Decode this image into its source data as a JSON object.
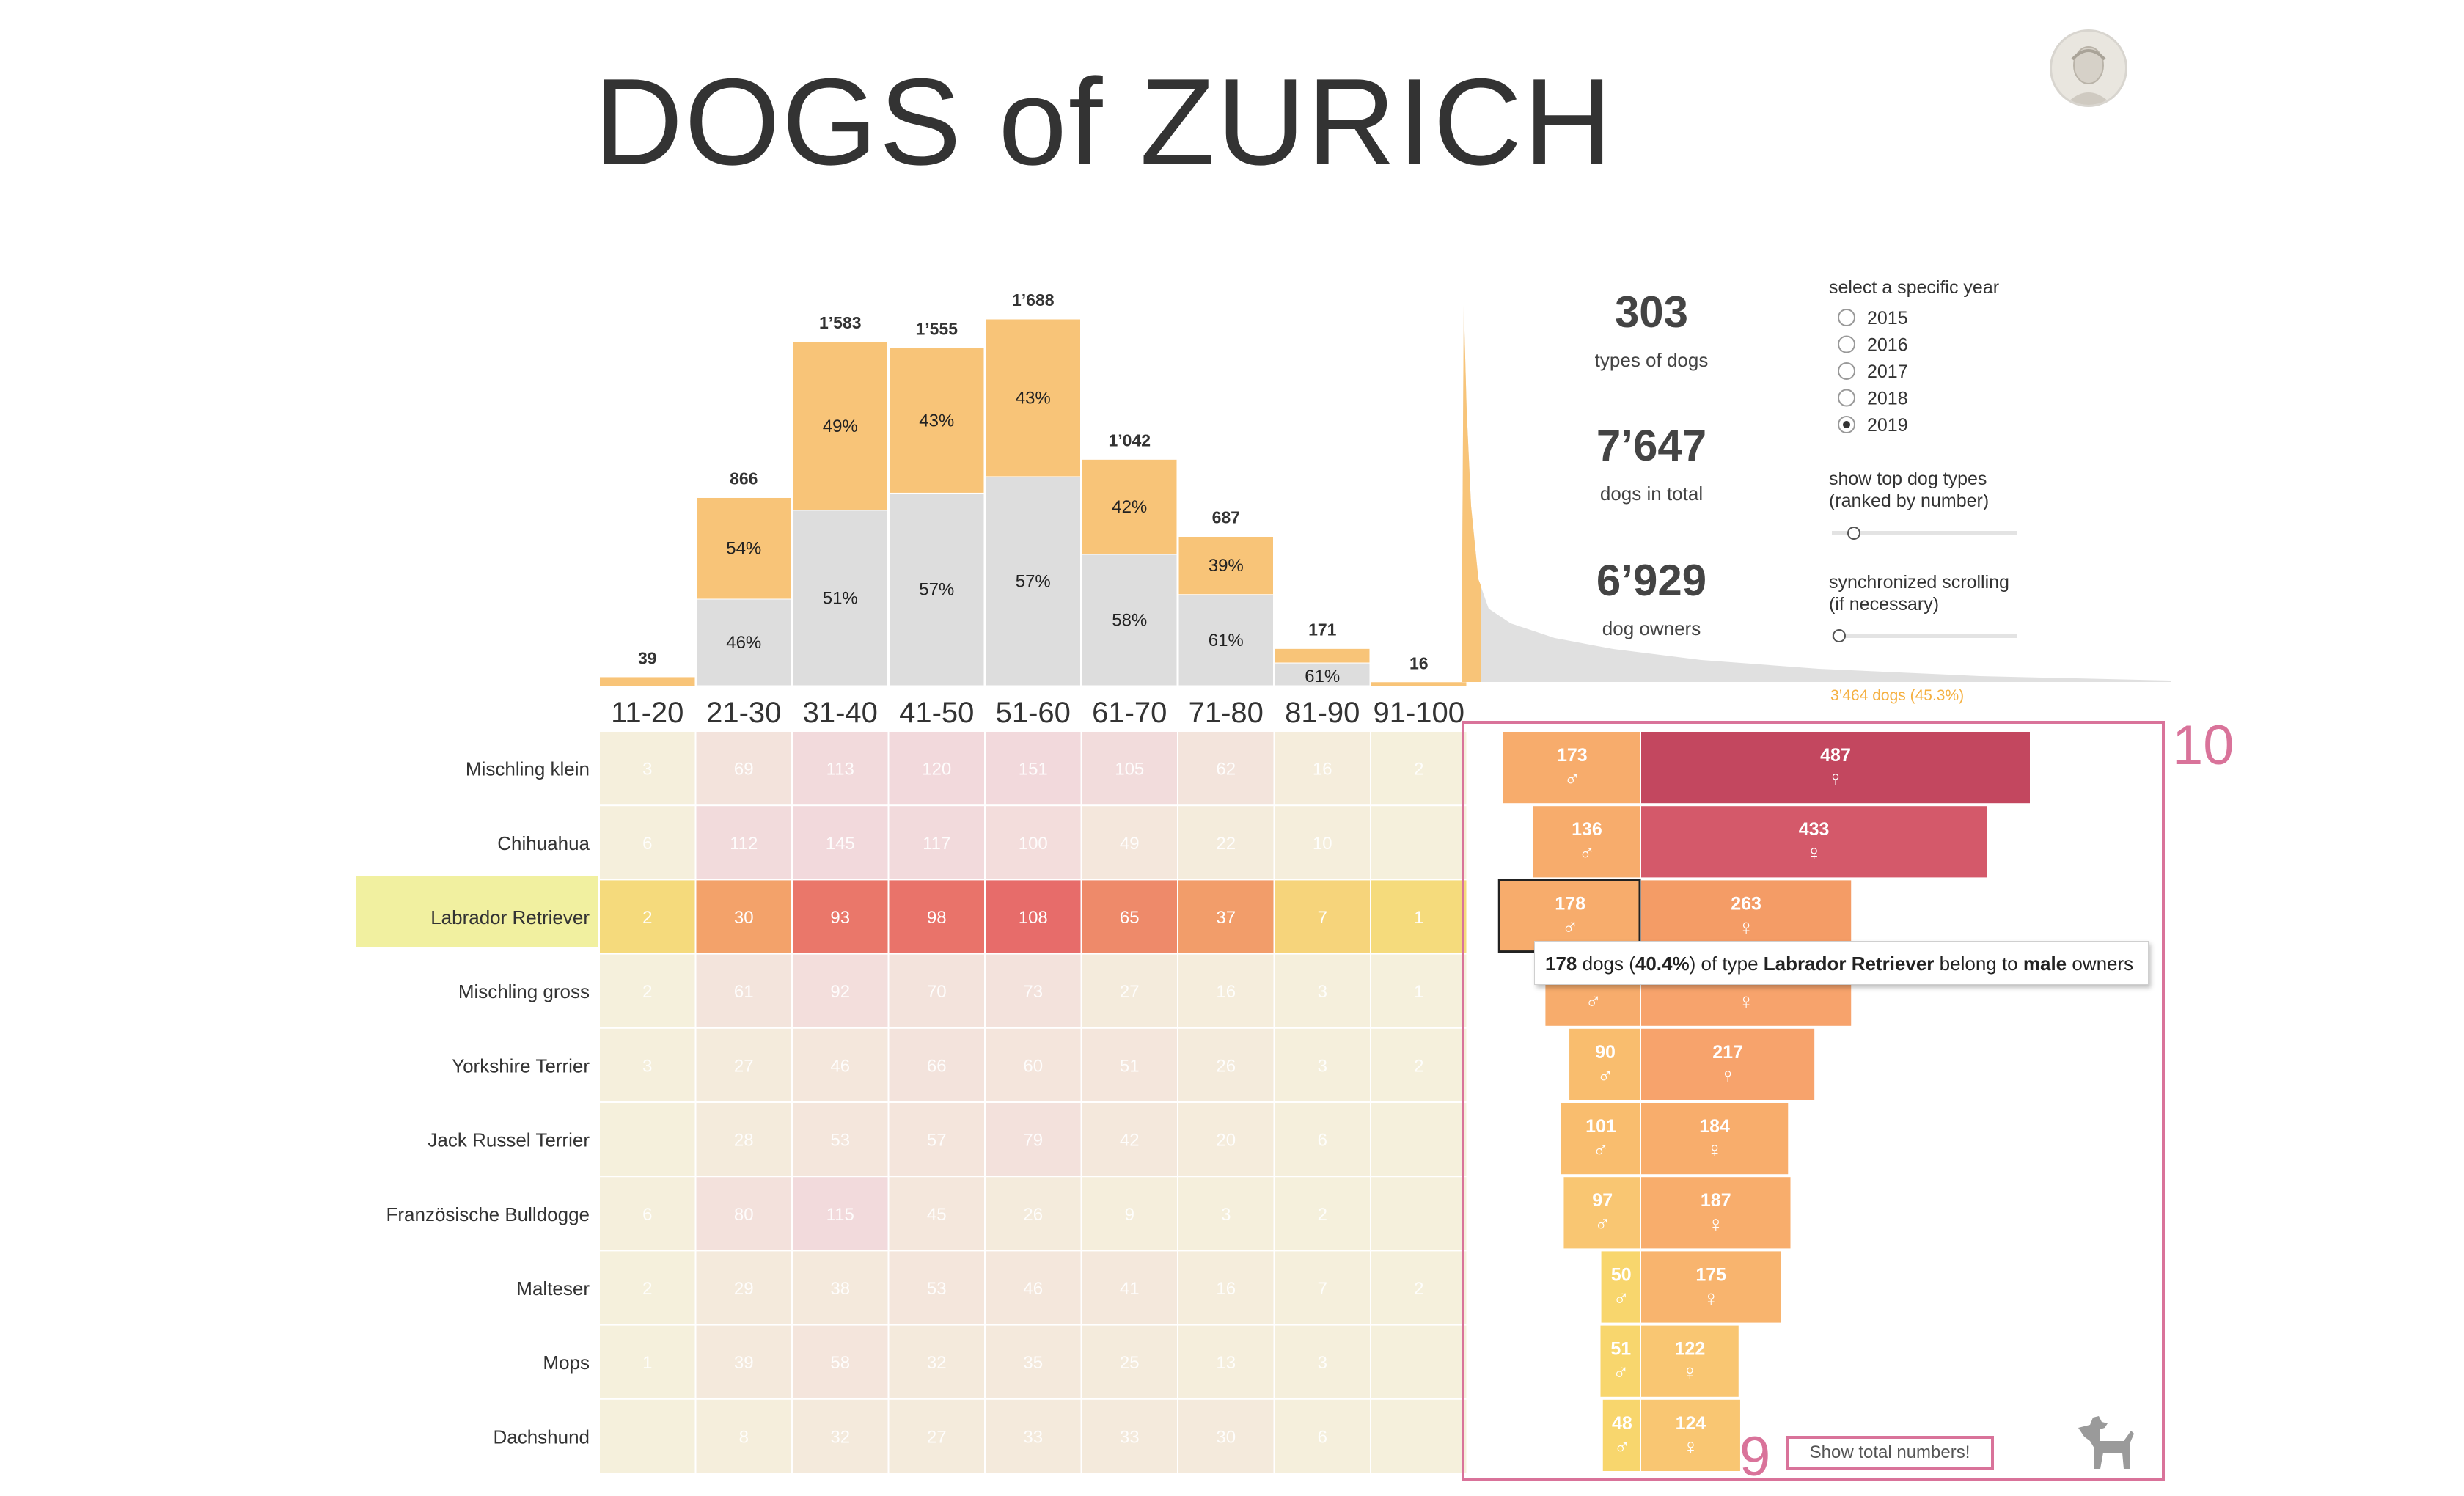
{
  "title": "DOGS of ZURICH",
  "stats": [
    {
      "value": "303",
      "label": "types of dogs"
    },
    {
      "value": "7’647",
      "label": "dogs in total"
    },
    {
      "value": "6’929",
      "label": "dog owners"
    }
  ],
  "controls": {
    "year_heading": "select a specific year",
    "years": [
      "2015",
      "2016",
      "2017",
      "2018",
      "2019"
    ],
    "selected_year": "2019",
    "top_types_label": [
      "show top dog types",
      "(ranked by number)"
    ],
    "sync_label": [
      "synchronized scrolling",
      "(if necessary)"
    ]
  },
  "distribution_note": "3’464 dogs   (45.3%)",
  "annotations": {
    "ten": "10",
    "nine": "9"
  },
  "show_total_button": "Show total numbers!",
  "tooltip": {
    "count": "178",
    "t1": " dogs (",
    "pct": "40.4%",
    "t2": ") of type ",
    "breed": "Labrador Retriever",
    "t3": " belong to ",
    "gender": "male",
    "t4": " owners"
  },
  "colors": {
    "female": "#f8c478",
    "male": "#dddddd",
    "highlight": "#f1f0a0",
    "annotation": "#d9739a"
  },
  "chart_data": [
    {
      "type": "bar",
      "categories": [
        "11-20",
        "21-30",
        "31-40",
        "41-50",
        "51-60",
        "61-70",
        "71-80",
        "81-90",
        "91-100"
      ],
      "totals": [
        "39",
        "866",
        "1’583",
        "1’555",
        "1’688",
        "1’042",
        "687",
        "171",
        "16"
      ],
      "series": [
        {
          "values": [
            0,
            46,
            51,
            57,
            57,
            58,
            61,
            61,
            0
          ],
          "labels": [
            "",
            "46%",
            "51%",
            "57%",
            "57%",
            "58%",
            "61%",
            "61%",
            ""
          ]
        },
        {
          "values": [
            0,
            54,
            49,
            43,
            43,
            42,
            39,
            39,
            0
          ],
          "labels": [
            "",
            "54%",
            "49%",
            "43%",
            "43%",
            "42%",
            "39%",
            "",
            ""
          ]
        }
      ],
      "counts": [
        39,
        866,
        1583,
        1555,
        1688,
        1042,
        687,
        171,
        16
      ]
    },
    {
      "type": "heatmap",
      "rows": [
        "Mischling klein",
        "Chihuahua",
        "Labrador Retriever",
        "Mischling gross",
        "Yorkshire Terrier",
        "Jack Russel Terrier",
        "Französische Bulldogge",
        "Malteser",
        "Mops",
        "Dachshund"
      ],
      "columns": [
        "11-20",
        "21-30",
        "31-40",
        "41-50",
        "51-60",
        "61-70",
        "71-80",
        "81-90",
        "91-100"
      ],
      "values": [
        [
          "3",
          "69",
          "113",
          "120",
          "151",
          "105",
          "62",
          "16",
          "2"
        ],
        [
          "6",
          "112",
          "145",
          "117",
          "100",
          "49",
          "22",
          "10",
          ""
        ],
        [
          "2",
          "30",
          "93",
          "98",
          "108",
          "65",
          "37",
          "7",
          "1"
        ],
        [
          "2",
          "61",
          "92",
          "70",
          "73",
          "27",
          "16",
          "3",
          "1"
        ],
        [
          "3",
          "27",
          "46",
          "66",
          "60",
          "51",
          "26",
          "3",
          "2"
        ],
        [
          "",
          "28",
          "53",
          "57",
          "79",
          "42",
          "20",
          "6",
          ""
        ],
        [
          "6",
          "80",
          "115",
          "45",
          "26",
          "9",
          "3",
          "2",
          ""
        ],
        [
          "2",
          "29",
          "38",
          "53",
          "46",
          "41",
          "16",
          "7",
          "2"
        ],
        [
          "1",
          "39",
          "58",
          "32",
          "35",
          "25",
          "13",
          "3",
          ""
        ],
        [
          "",
          "8",
          "32",
          "27",
          "33",
          "33",
          "30",
          "6",
          ""
        ]
      ],
      "highlighted_row": "Labrador Retriever"
    },
    {
      "type": "bar",
      "categories": [
        "Mischling klein",
        "Chihuahua",
        "Labrador Retriever",
        "Mischling gross",
        "Yorkshire Terrier",
        "Jack Russel Terrier",
        "Französische Bulldogge",
        "Malteser",
        "Mops",
        "Dachshund"
      ],
      "series": [
        {
          "symbol": "♂",
          "values": [
            173,
            136,
            178,
            null,
            90,
            101,
            97,
            50,
            51,
            48
          ]
        },
        {
          "symbol": "♀",
          "values": [
            487,
            433,
            263,
            null,
            217,
            184,
            187,
            175,
            122,
            124
          ]
        }
      ],
      "widths": [
        [
          173,
          487
        ],
        [
          136,
          433
        ],
        [
          178,
          263
        ],
        [
          120,
          263
        ],
        [
          90,
          217
        ],
        [
          101,
          184
        ],
        [
          97,
          187
        ],
        [
          50,
          175
        ],
        [
          51,
          122
        ],
        [
          48,
          124
        ]
      ]
    }
  ]
}
